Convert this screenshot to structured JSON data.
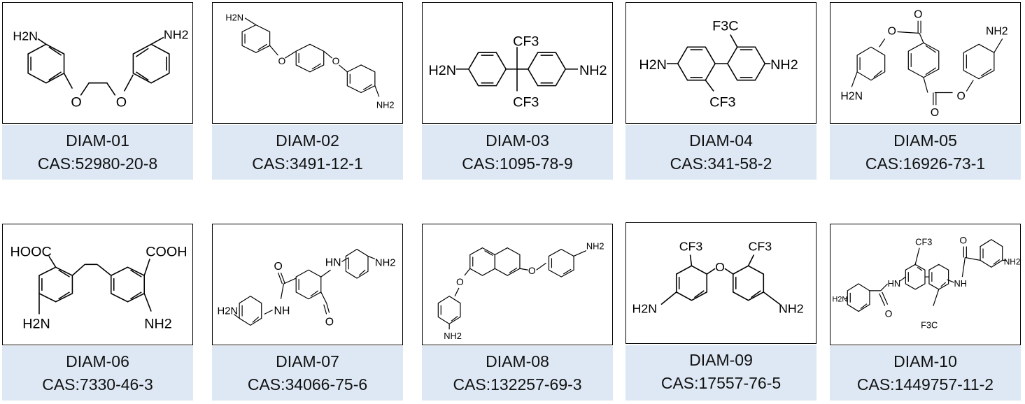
{
  "compounds": [
    {
      "id": "DIAM-01",
      "cas": "CAS:52980-20-8",
      "atoms": [
        "H2N",
        "NH2",
        "O",
        "O"
      ]
    },
    {
      "id": "DIAM-02",
      "cas": "CAS:3491-12-1",
      "atoms": [
        "H2N",
        "O",
        "O",
        "NH2"
      ]
    },
    {
      "id": "DIAM-03",
      "cas": "CAS:1095-78-9",
      "atoms": [
        "H2N",
        "CF3",
        "CF3",
        "NH2"
      ]
    },
    {
      "id": "DIAM-04",
      "cas": "CAS:341-58-2",
      "atoms": [
        "F3C",
        "H2N",
        "NH2",
        "CF3"
      ]
    },
    {
      "id": "DIAM-05",
      "cas": "CAS:16926-73-1",
      "atoms": [
        "O",
        "O",
        "NH2",
        "H2N",
        "O",
        "O"
      ]
    },
    {
      "id": "DIAM-06",
      "cas": "CAS:7330-46-3",
      "atoms": [
        "HOOC",
        "COOH",
        "H2N",
        "NH2"
      ]
    },
    {
      "id": "DIAM-07",
      "cas": "CAS:34066-75-6",
      "atoms": [
        "O",
        "HN",
        "NH2",
        "H2N",
        "NH",
        "O"
      ]
    },
    {
      "id": "DIAM-08",
      "cas": "CAS:132257-69-3",
      "atoms": [
        "NH2",
        "O",
        "O",
        "NH2"
      ]
    },
    {
      "id": "DIAM-09",
      "cas": "CAS:17557-76-5",
      "atoms": [
        "CF3",
        "CF3",
        "O",
        "H2N",
        "NH2"
      ]
    },
    {
      "id": "DIAM-10",
      "cas": "CAS:1449757-11-2",
      "atoms": [
        "CF3",
        "O",
        "NH2",
        "HN",
        "NH",
        "H2N",
        "O",
        "F3C"
      ]
    }
  ]
}
